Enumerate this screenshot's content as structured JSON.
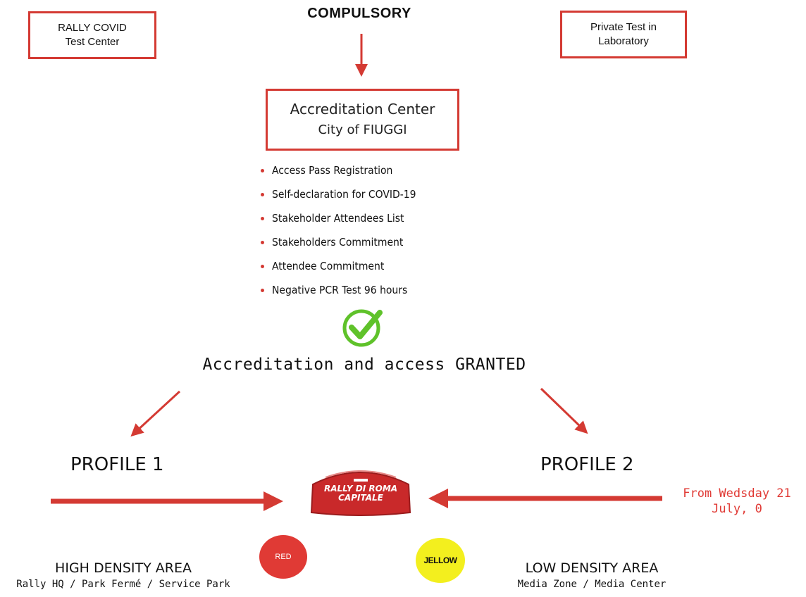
{
  "top": {
    "compulsory": "COMPULSORY",
    "left_box": [
      "RALLY COVID",
      "Test Center"
    ],
    "right_box": [
      "Private Test in",
      "Laboratory"
    ]
  },
  "center": {
    "line1": "Accreditation Center",
    "line2": "City of FIUGGI"
  },
  "requirements": [
    "Access Pass Registration",
    "Self-declaration for COVID-19",
    "Stakeholder Attendees List",
    "Stakeholders  Commitment",
    "Attendee Commitment",
    "Negative PCR Test 96 hours"
  ],
  "granted": "Accreditation and access GRANTED",
  "profiles": {
    "p1": "PROFILE 1",
    "p2": "PROFILE 2"
  },
  "logo": {
    "line1": "RALLY DI ROMA",
    "line2": "CAPITALE"
  },
  "date_note": [
    "From Wedsday 21",
    "July, 0"
  ],
  "zones": {
    "red_label": "RED",
    "yellow_label": "JELLOW",
    "high_title": "HIGH DENSITY AREA",
    "high_sub": "Rally HQ / Park Fermé / Service Park",
    "low_title": "LOW DENSITY AREA",
    "low_sub": "Media Zone / Media Center"
  },
  "colors": {
    "accent_red": "#d43a33",
    "check_green": "#5fc22a",
    "yellow": "#f3ef1e"
  }
}
